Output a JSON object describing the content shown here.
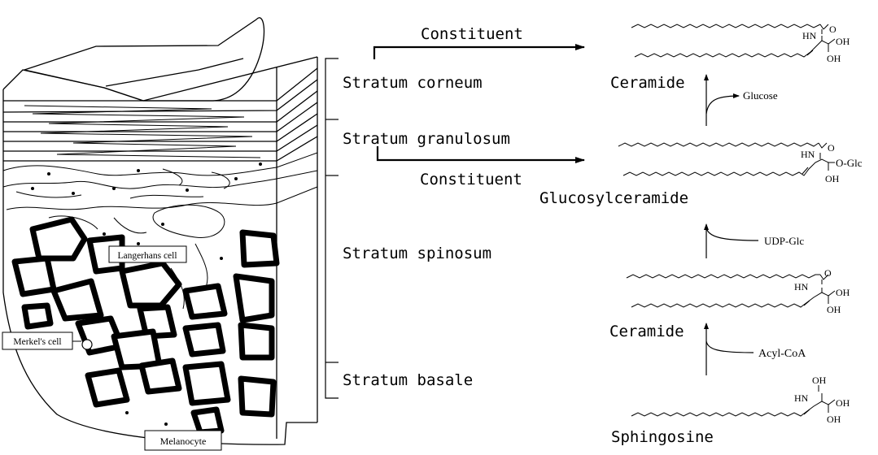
{
  "skin_diagram": {
    "labels": {
      "langerhans": "Langerhans cell",
      "merkel": "Merkel's cell",
      "melanocyte": "Melanocyte"
    }
  },
  "layers": {
    "corneum": "Stratum corneum",
    "granulosum": "Stratum granulosum",
    "spinosum": "Stratum spinosum",
    "basale": "Stratum basale"
  },
  "arrows": {
    "top_label": "Constituent",
    "bottom_label": "Constituent"
  },
  "pathway": {
    "ceramide_top": "Ceramide",
    "glucose": "Glucose",
    "glucosylceramide": "Glucosylceramide",
    "udp_glc": "UDP-Glc",
    "ceramide_mid": "Ceramide",
    "acyl_coa": "Acyl-CoA",
    "sphingosine": "Sphingosine"
  },
  "chem": {
    "o": "O",
    "hn": "HN",
    "oh": "OH",
    "o_glc": "O-Glc"
  }
}
